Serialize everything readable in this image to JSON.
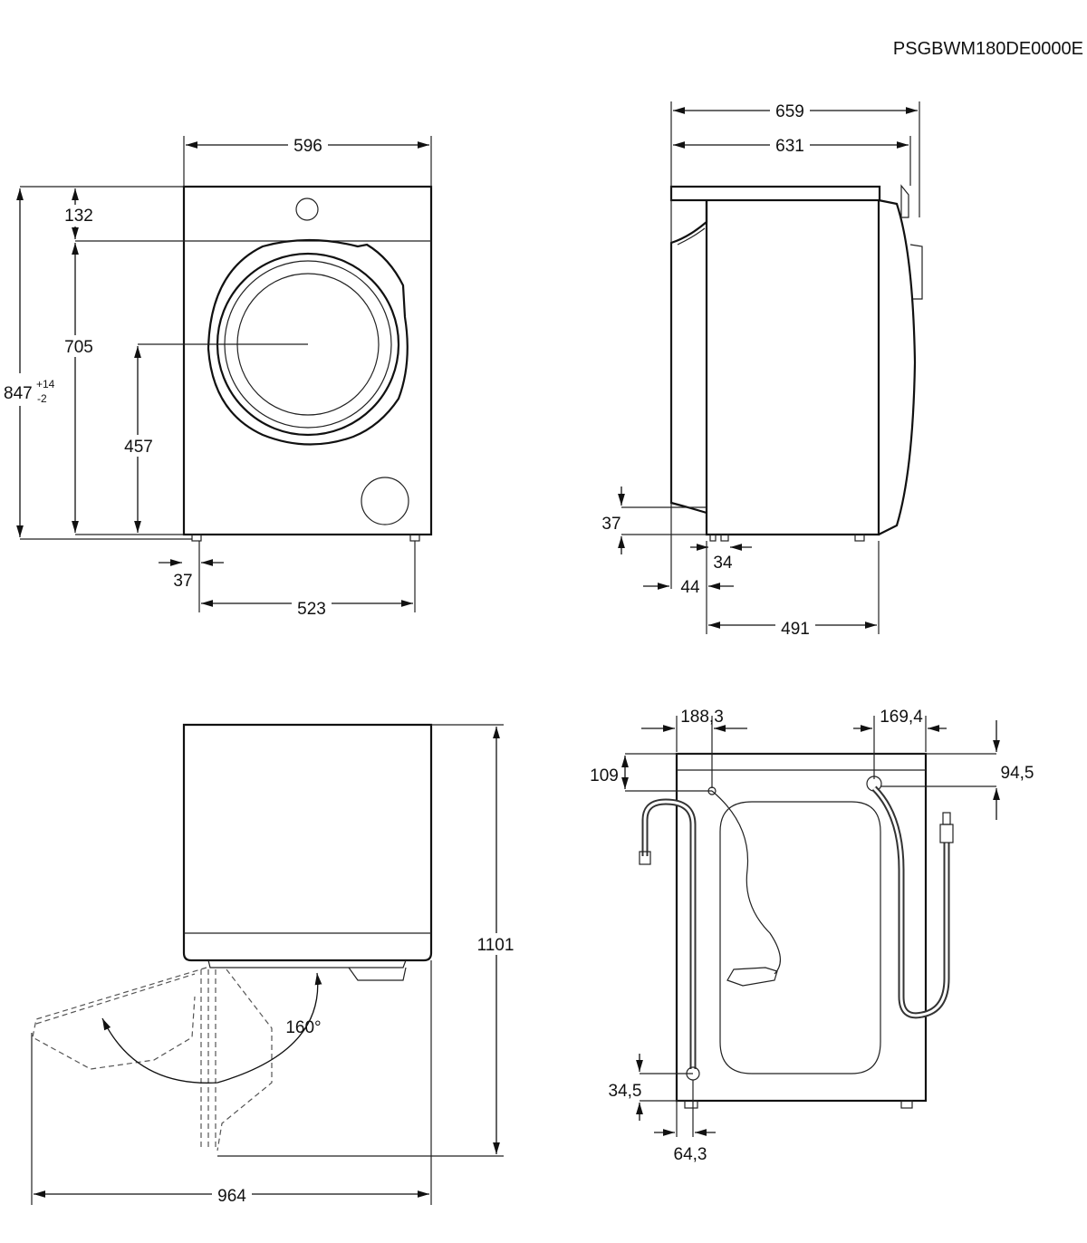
{
  "product_code": "PSGBWM180DE0000E",
  "front_view": {
    "width": "596",
    "height_total": "847",
    "height_tol_plus": "+14",
    "height_tol_minus": "-2",
    "top_panel": "132",
    "door_top": "705",
    "door_center": "457",
    "foot_offset": "37",
    "foot_spacing": "523"
  },
  "side_view": {
    "depth_total": "659",
    "depth_body": "631",
    "foot_height": "37",
    "foot_offset": "34",
    "door_protrusion": "44",
    "foot_spacing": "491"
  },
  "top_view": {
    "depth_door_open": "1101",
    "width_door_open": "964",
    "door_angle": "160°"
  },
  "rear_view": {
    "drain_hose_offset": "188,3",
    "inlet_offset": "169,4",
    "drain_height": "109",
    "inlet_height": "94,5",
    "hose_bottom": "34,5",
    "hose_side": "64,3"
  }
}
